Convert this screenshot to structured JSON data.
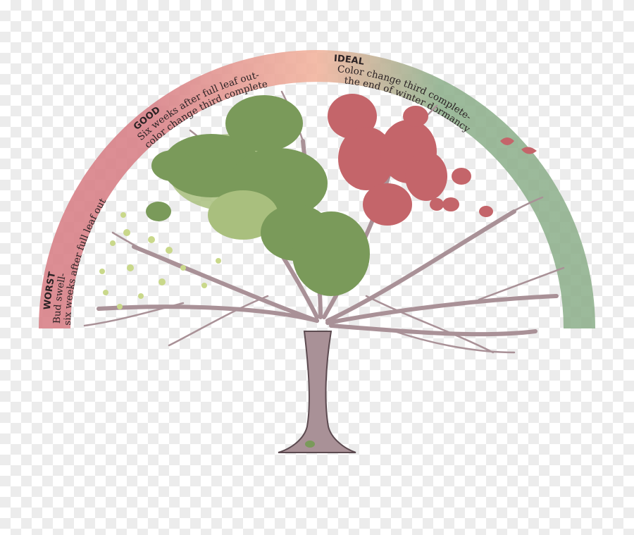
{
  "stages": {
    "worst": {
      "heading": "WORST",
      "line1": "Bud swell-",
      "line2": "six weeks after full leaf out"
    },
    "good": {
      "heading": "GOOD",
      "line1": "Six weeks after full leaf out-",
      "line2": "color change third complete"
    },
    "ideal": {
      "heading": "IDEAL",
      "line1": "Color change third complete-",
      "line2": "the end of winter dormancy"
    }
  },
  "colors": {
    "worst": "#d77f86",
    "good": "#f2b39d",
    "ideal": "#8fb08d",
    "trunk": "#a99197",
    "trunk_outline": "#5c4a50",
    "foliage_green": "#7a9a5a",
    "foliage_light": "#a9bf7e",
    "foliage_red": "#c4656a",
    "bud": "#c9d88a"
  },
  "icons": {
    "tree": "deciduous-tree-illustration",
    "falling_leaf": "falling-leaf-icon"
  }
}
